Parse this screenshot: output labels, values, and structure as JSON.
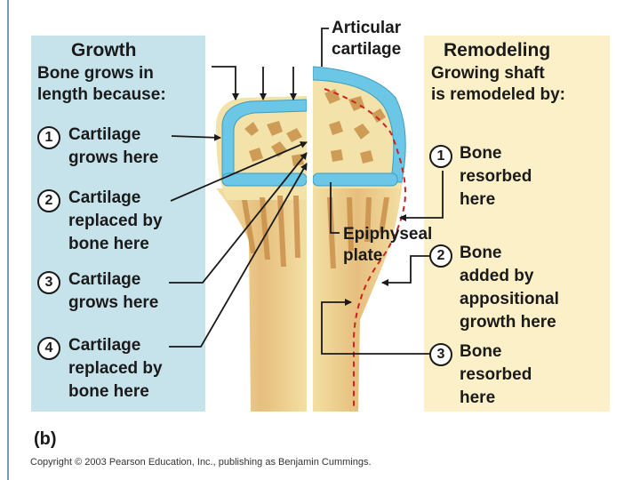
{
  "growth": {
    "heading": "Growth",
    "subtitle_line1": "Bone grows in",
    "subtitle_line2": "length because:",
    "items": [
      {
        "number": "1",
        "text": "Cartilage\ngrows here"
      },
      {
        "number": "2",
        "text": "Cartilage\nreplaced by\nbone here"
      },
      {
        "number": "3",
        "text": "Cartilage\ngrows here"
      },
      {
        "number": "4",
        "text": "Cartilage\nreplaced by\nbone here"
      }
    ]
  },
  "remodeling": {
    "heading": "Remodeling",
    "subtitle_line1": "Growing shaft",
    "subtitle_line2": "is remodeled by:",
    "items": [
      {
        "number": "1",
        "text": "Bone\nresorbed\nhere"
      },
      {
        "number": "2",
        "text": "Bone\nadded by\nappositional\ngrowth here"
      },
      {
        "number": "3",
        "text": "Bone\nresorbed\nhere"
      }
    ]
  },
  "labels": {
    "articular_cartilage": "Articular\ncartilage",
    "epiphyseal_plate": "Epiphyseal\nplate"
  },
  "figure_label": "(b)",
  "copyright": "Copyright © 2003 Pearson Education, Inc., publishing as Benjamin Cummings.",
  "colors": {
    "growth_panel": "#c6e3ec",
    "remodeling_panel": "#fcf0c8",
    "cartilage": "#6cc6e6",
    "bone": "#e9c886",
    "spongy_bone": "#c9904a",
    "resorption_line": "#cc2222"
  }
}
